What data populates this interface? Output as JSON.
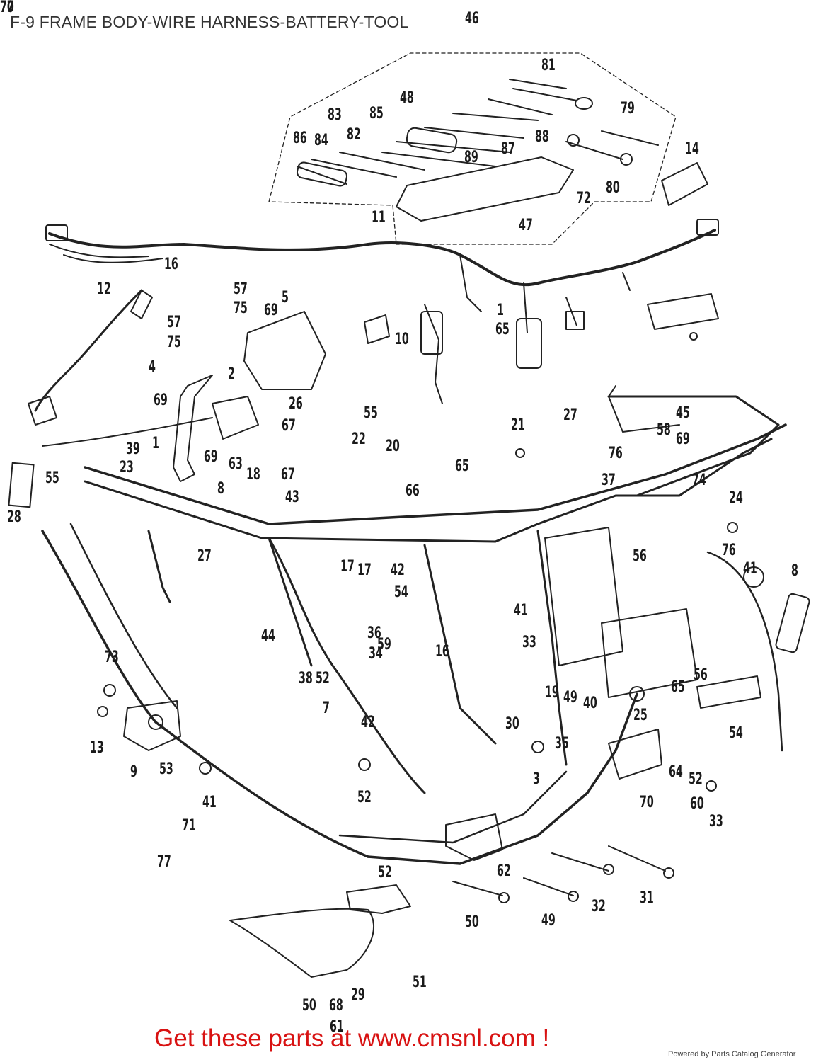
{
  "title": "F-9 FRAME BODY-WIRE HARNESS-BATTERY-TOOL",
  "callouts": [
    "46",
    "81",
    "79",
    "48",
    "83",
    "85",
    "86",
    "84",
    "82",
    "88",
    "87",
    "89",
    "14",
    "80",
    "72",
    "47",
    "11",
    "16",
    "57",
    "12",
    "75",
    "69",
    "5",
    "57",
    "75",
    "1",
    "65",
    "10",
    "4",
    "2",
    "69",
    "26",
    "67",
    "55",
    "22",
    "20",
    "21",
    "27",
    "45",
    "58",
    "69",
    "76",
    "37",
    "39",
    "1",
    "69",
    "63",
    "18",
    "67",
    "55",
    "23",
    "8",
    "43",
    "65",
    "66",
    "74",
    "24",
    "28",
    "27",
    "17",
    "17",
    "42",
    "54",
    "56",
    "76",
    "41",
    "8",
    "41",
    "44",
    "36",
    "34",
    "59",
    "16",
    "33",
    "73",
    "38",
    "52",
    "7",
    "42",
    "19",
    "49",
    "40",
    "65",
    "56",
    "13",
    "9",
    "53",
    "30",
    "3",
    "35",
    "25",
    "54",
    "41",
    "71",
    "52",
    "64",
    "52",
    "70",
    "60",
    "33",
    "77",
    "52",
    "62",
    "31",
    "32",
    "49",
    "50",
    "51",
    "50",
    "68",
    "29",
    "61",
    "70",
    "77"
  ],
  "footer": {
    "cta": "Get these parts at www.cmsnl.com !",
    "powered_by": "Powered by Parts Catalog Generator"
  },
  "colors": {
    "cta": "#d81212",
    "line": "#222222"
  }
}
